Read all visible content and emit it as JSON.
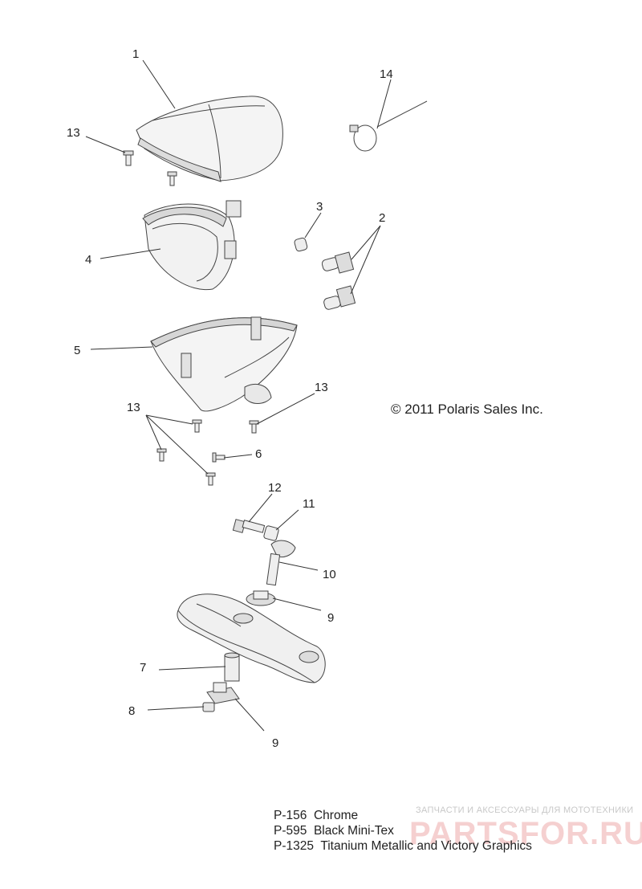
{
  "callouts": {
    "c1": "1",
    "c2": "2",
    "c3": "3",
    "c4": "4",
    "c5": "5",
    "c6": "6",
    "c7": "7",
    "c8": "8",
    "c9a": "9",
    "c9b": "9",
    "c10": "10",
    "c11": "11",
    "c12": "12",
    "c13a": "13",
    "c13b": "13",
    "c13c": "13",
    "c14": "14"
  },
  "copyright": "© 2011 Polaris Sales Inc.",
  "legend": [
    "P-156  Chrome",
    "P-595  Black Mini-Tex",
    "P-1325  Titanium Metallic and Victory Graphics"
  ],
  "watermark": {
    "tagline": "ЗАПЧАСТИ И АКСЕССУАРЫ ДЛЯ МОТОТЕХНИКИ",
    "brand": "PARTSFOR.RU"
  },
  "colors": {
    "line": "#333333",
    "part_fill": "#f2f2f2",
    "part_shade": "#d6d6d6",
    "watermark_brand": "#e07878"
  }
}
